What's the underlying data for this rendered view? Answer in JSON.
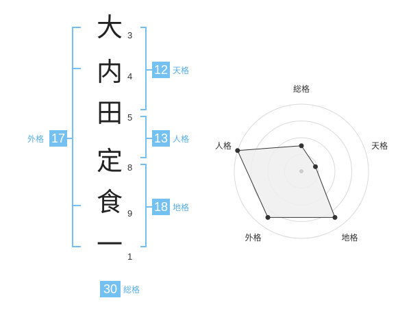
{
  "name": {
    "chars": [
      {
        "char": "大",
        "strokes": "3"
      },
      {
        "char": "内",
        "strokes": "4"
      },
      {
        "char": "田",
        "strokes": "5"
      },
      {
        "char": "定",
        "strokes": "8"
      },
      {
        "char": "食",
        "strokes": "9"
      },
      {
        "char": "一",
        "strokes": "1"
      }
    ]
  },
  "fortune": {
    "tenkaku": {
      "value": "12",
      "label": "天格"
    },
    "jinkaku": {
      "value": "13",
      "label": "人格"
    },
    "chikaku": {
      "value": "18",
      "label": "地格"
    },
    "gaikaku": {
      "value": "17",
      "label": "外格"
    },
    "soukaku": {
      "value": "30",
      "label": "総格"
    }
  },
  "colors": {
    "accent": "#74c0f0",
    "bracket": "#74c0f0",
    "grid": "#d9d9d9",
    "fill": "#eeeeee",
    "line": "#333333"
  },
  "chart_data": {
    "type": "radar",
    "axes": [
      "総格",
      "天格",
      "地格",
      "外格",
      "人格"
    ],
    "values": [
      0.38,
      0.22,
      0.85,
      0.85,
      1.0
    ],
    "rmax": 1,
    "rings": 4,
    "grid": true
  }
}
